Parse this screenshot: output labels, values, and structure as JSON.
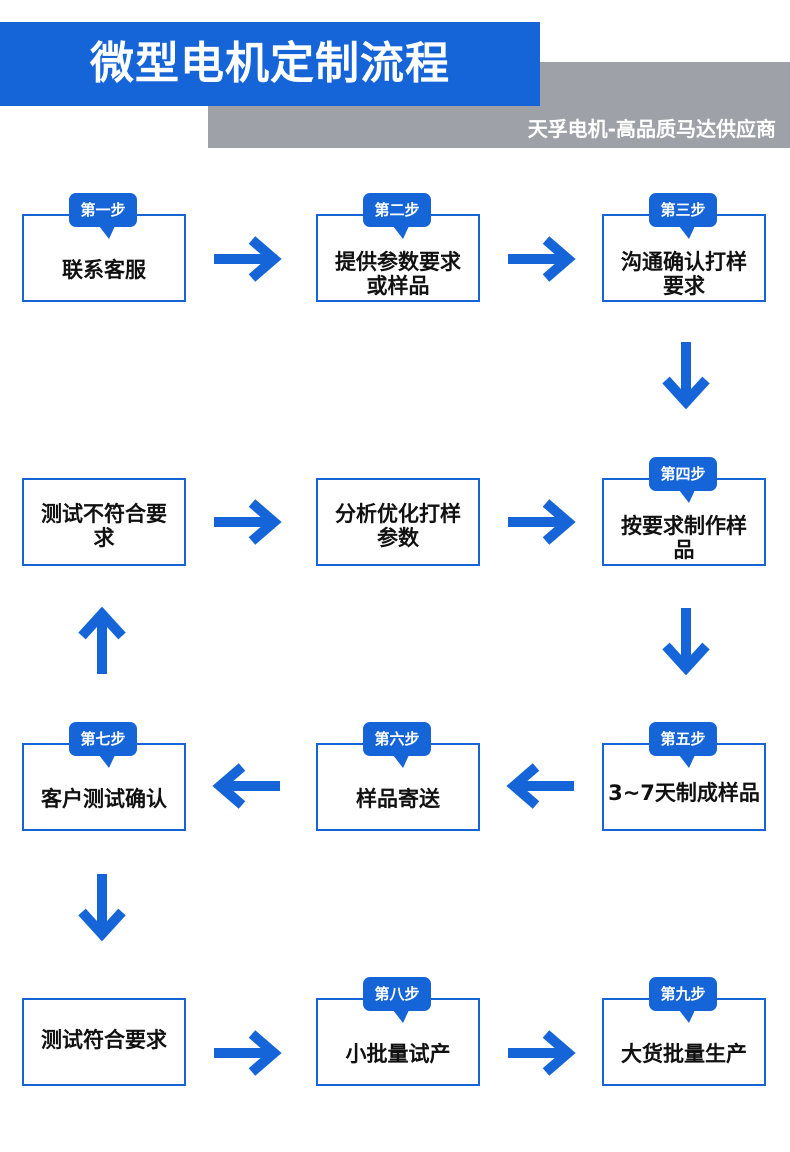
{
  "header": {
    "title": "微型电机定制流程",
    "subtitle": "天孚电机-高品质马达供应商"
  },
  "steps": [
    {
      "badge": "第一步",
      "line1": "联系客服",
      "line2": ""
    },
    {
      "badge": "第二步",
      "line1": "提供参数要求",
      "line2": "或样品"
    },
    {
      "badge": "第三步",
      "line1": "沟通确认打样",
      "line2": "要求"
    },
    {
      "badge": "第四步",
      "line1": "按要求制作样",
      "line2": "品"
    },
    {
      "badge": "",
      "line1": "分析优化打样",
      "line2": "参数"
    },
    {
      "badge": "",
      "line1": "测试不符合要",
      "line2": "求"
    },
    {
      "badge": "第五步",
      "line1": "3~7天制成样品",
      "line2": ""
    },
    {
      "badge": "第六步",
      "line1": "样品寄送",
      "line2": ""
    },
    {
      "badge": "第七步",
      "line1": "客户测试确认",
      "line2": ""
    },
    {
      "badge": "",
      "line1": "测试符合要求",
      "line2": ""
    },
    {
      "badge": "第八步",
      "line1": "小批量试产",
      "line2": ""
    },
    {
      "badge": "第九步",
      "line1": "大货批量生产",
      "line2": ""
    }
  ],
  "colors": {
    "primary": "#1565d8",
    "grey_band": "#9ea2a8",
    "text": "#111111"
  }
}
